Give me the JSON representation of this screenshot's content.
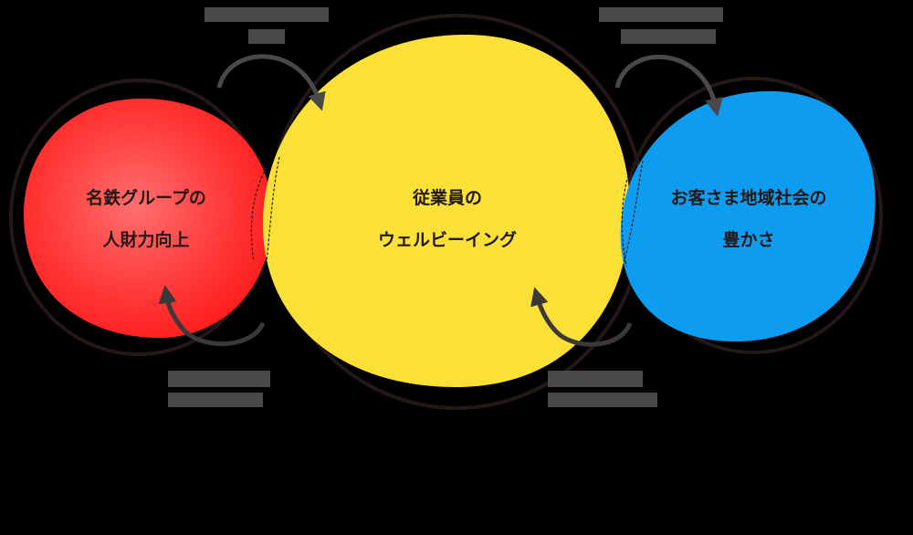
{
  "diagram": {
    "background": "#000000",
    "type": "cycle",
    "nodes": [
      {
        "id": "talent",
        "line1": "名鉄グループの",
        "line2": "人財力向上",
        "color": "#ff2a2a"
      },
      {
        "id": "wellbeing",
        "line1": "従業員の",
        "line2": "ウェルビーイング",
        "color": "#fbe137"
      },
      {
        "id": "customers",
        "line1": "お客さま地域社会の",
        "line2": "豊かさ",
        "color": "#0e9cf0"
      }
    ],
    "arrows": [
      {
        "from": "talent",
        "to": "wellbeing",
        "position": "top-left"
      },
      {
        "from": "wellbeing",
        "to": "customers",
        "position": "top-right"
      },
      {
        "from": "wellbeing",
        "to": "talent",
        "position": "bottom-left"
      },
      {
        "from": "customers",
        "to": "wellbeing",
        "position": "bottom-right"
      }
    ],
    "arrow_color": "#4a4848",
    "outline_color": "#231815",
    "obscured_labels": [
      "top-left",
      "top-right",
      "bottom-left",
      "bottom-right"
    ]
  }
}
